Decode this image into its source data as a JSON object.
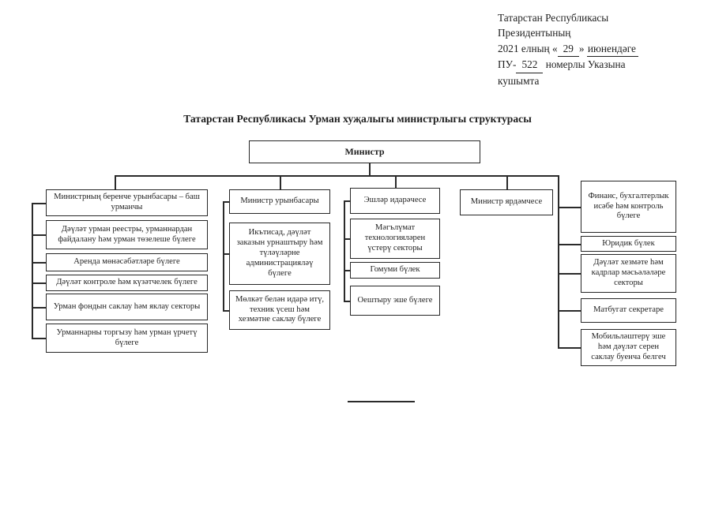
{
  "note": {
    "line1": "Татарстан Республикасы",
    "line2": "Президентының",
    "line3_prefix": "2021 елның «",
    "line3_value": "29",
    "line3_mid": "»",
    "line3_word": "июнендәге",
    "line4_prefix": "ПУ-",
    "line4_value": "522",
    "line4_suffix": "номерлы Указына",
    "line5": "кушымта"
  },
  "title": "Татарстан Республикасы Урман хуҗалыгы министрлыгы структурасы",
  "org": {
    "root": "Министр",
    "col1": [
      "Министрның беренче урынбасары – баш урманчы",
      "Дәүләт урман реестры, урманнардан файдалану һәм урман төзелеше бүлеге",
      "Аренда мөнәсәбәтләре бүлеге",
      "Дәүләт контроле һәм күзәтчелек бүлеге",
      "Урман фондын саклау һәм яклау секторы",
      "Урманнарны торгызу һәм урман үрчетү бүлеге"
    ],
    "col2": [
      "Министр урынбасары",
      "Икътисад, дәүләт заказын урнаштыру һәм түләүләрне администрацияләү бүлеге",
      "Мөлкәт белән идарә итү, техник үсеш һәм хезмәтне саклау бүлеге"
    ],
    "col3": [
      "Эшләр идарәчесе",
      "Мәгълүмат технологияләрен үстерү секторы",
      "Гомуми бүлек",
      "Оештыру эше бүлеге"
    ],
    "col4": [
      "Министр ярдәмчесе"
    ],
    "col5": [
      "Финанс, бухгалтерлык исәбе һәм контроль бүлеге",
      "Юридик бүлек",
      "Дәүләт хезмәте һәм кадрлар мәсьәләләре секторы",
      "Матбугат секретаре",
      "Мобильләштерү эше һәм дәүләт серен саклау буенча белгеч"
    ]
  },
  "colors": {
    "ink": "#1f1f1f",
    "paper": "#ffffff"
  }
}
